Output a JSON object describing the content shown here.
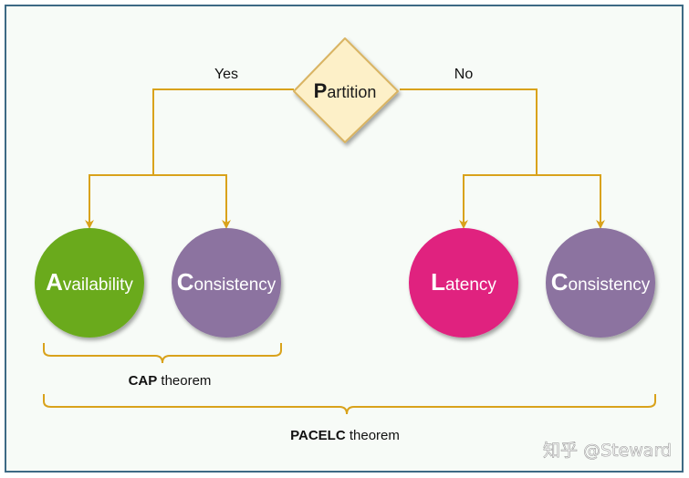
{
  "decision": {
    "initial": "P",
    "rest": "artition"
  },
  "branches": {
    "yes_label": "Yes",
    "no_label": "No"
  },
  "nodes": {
    "availability": {
      "initial": "A",
      "rest": "vailability",
      "color": "#6aaa1e"
    },
    "consistency_left": {
      "initial": "C",
      "rest": "onsistency",
      "color": "#8c73a0"
    },
    "latency": {
      "initial": "L",
      "rest": "atency",
      "color": "#e0237f"
    },
    "consistency_right": {
      "initial": "C",
      "rest": "onsistency",
      "color": "#8c73a0"
    }
  },
  "groups": {
    "cap": {
      "bold": "CAP",
      "rest": " theorem"
    },
    "pacelc": {
      "bold": "PACELC",
      "rest": " theorem"
    }
  },
  "watermark": "知乎 @Steward",
  "colors": {
    "connector": "#d9a21b",
    "diamond_fill": "#fdf0c8",
    "diamond_stroke": "#d9b463",
    "frame": "#3d6a85",
    "panel": "#f7fbf7"
  }
}
